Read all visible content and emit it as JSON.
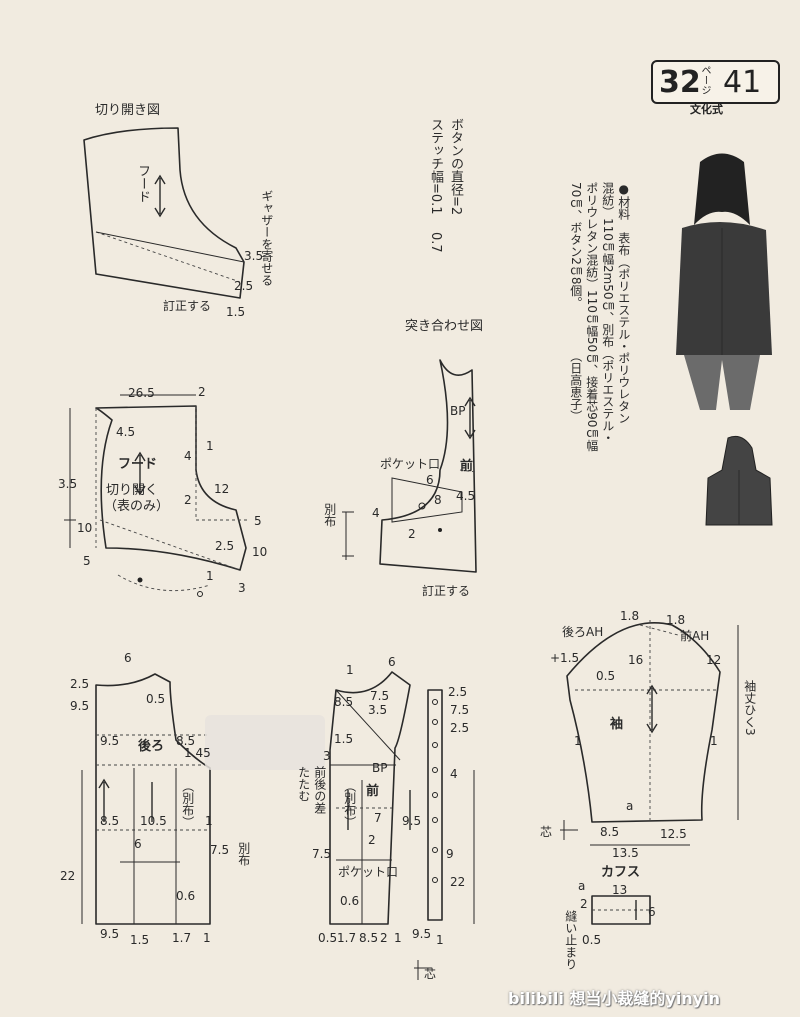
{
  "header": {
    "page_num": "32",
    "page_kana": "ページ",
    "model_num": "41",
    "style": "文化式"
  },
  "top_labels": {
    "slash": "切り開き図",
    "hood_top": "フード",
    "gather": "ギャザーを寄せる",
    "correct1": "訂正する",
    "v35": "3.5",
    "v25": "2.5",
    "v15": "1.5"
  },
  "button_info": {
    "l1": "ボタンの直径=2",
    "l2": "ステッチ幅=0.1",
    "l3": "0.7"
  },
  "materials": {
    "l1": "●材料　表布（ポリエステル・ポリウレタン",
    "l2": "混紡）110㎝幅2m50㎝、別布（ポリエステル・",
    "l3": "ポリウレタン混紡）110㎝幅50㎝、接着芯90㎝幅",
    "l4": "70㎝、ボタン2㎝8個。",
    "l5": "（日高恵子）"
  },
  "hood": {
    "title": "フード",
    "slash_open": "切り開く",
    "outer_only": "（表のみ）",
    "w265": "26.5",
    "v2": "2",
    "v45": "4.5",
    "v1": "1",
    "v4": "4",
    "h35": "3.5",
    "v12": "12",
    "v2b": "2",
    "v5": "5",
    "v10": "10",
    "v25": "2.5",
    "v10b": "10",
    "v5b": "5",
    "v1b": "1",
    "v3": "3"
  },
  "abut": {
    "title": "突き合わせ図",
    "bp": "BP",
    "front": "前",
    "pocket": "ポケット口",
    "v6": "6",
    "v8": "8",
    "v45": "4.5",
    "v4": "4",
    "v2": "2",
    "sep": "別布",
    "correct": "訂正する"
  },
  "sleeve": {
    "back_ah": "後ろAH",
    "front_ah": "前AH",
    "v18a": "1.8",
    "v18b": "1.8",
    "plus": "+1.5",
    "v16": "16",
    "v05": "0.5",
    "v12": "12",
    "title": "袖",
    "len_less": "袖丈ひく3",
    "v1a": "1",
    "v1b": "1",
    "a": "a",
    "v85": "8.5",
    "v125": "12.5",
    "v135": "13.5",
    "fold": "芯"
  },
  "cuff": {
    "title": "カフス",
    "a": "a",
    "v13": "13",
    "v2": "2",
    "v6": "6",
    "stitch": "縫い止まり",
    "v05": "0.5"
  },
  "back": {
    "title": "後ろ",
    "sep": "（別布）",
    "v6": "6",
    "v25": "2.5",
    "v95a": "9.5",
    "v05": "0.5",
    "v95b": "9.5",
    "v85": "8.5",
    "v145": "1.45",
    "v85b": "8.5",
    "v105": "10.5",
    "v1": "1",
    "v6b": "6",
    "v75": "7.5",
    "v22": "22",
    "v06": "0.6",
    "v95c": "9.5",
    "v15": "1.5",
    "v17": "1.7",
    "v1c": "1",
    "sep2": "別布"
  },
  "front": {
    "title": "前",
    "sep": "（別布）",
    "bp": "BP",
    "fold_note": "前後の差",
    "fold": "たたむ",
    "pocket": "ポケット口",
    "v1": "1",
    "v6": "6",
    "v85": "8.5",
    "v75": "7.5",
    "v35": "3.5",
    "v15": "1.5",
    "v3": "3",
    "v25a": "2.5",
    "v75b": "7.5",
    "v25b": "2.5",
    "v4": "4",
    "v95": "9.5",
    "v7": "7",
    "v2": "2",
    "v75c": "7.5",
    "v9": "9",
    "v22": "22",
    "v06": "0.6",
    "b05": "0.5",
    "b17": "1.7",
    "b85": "8.5",
    "b2": "2",
    "b1": "1",
    "b95": "9.5",
    "b1b": "1",
    "fold2": "芯"
  },
  "watermark": "bilibili 想当小裁缝的yinyin"
}
